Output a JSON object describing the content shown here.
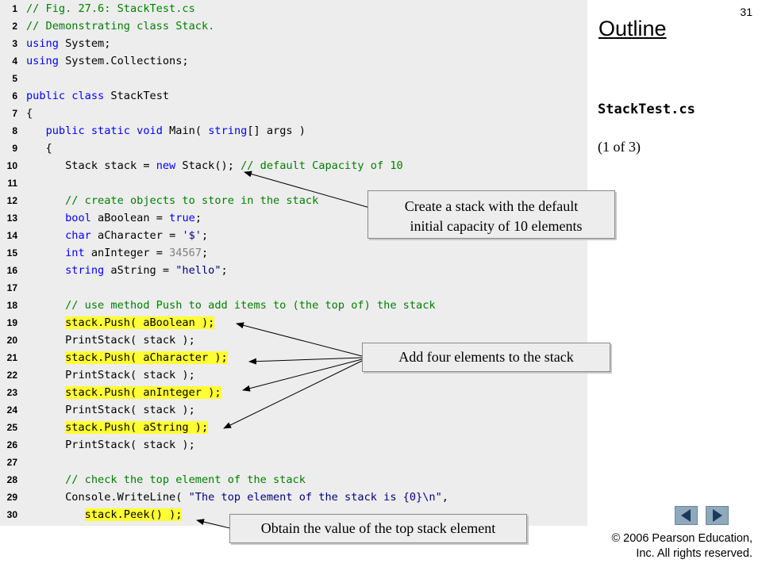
{
  "slide_number": "31",
  "outline_title": "Outline",
  "file_name": "StackTest.cs",
  "part_label": "(1 of 3)",
  "code_lines": [
    {
      "n": "1",
      "segs": [
        {
          "t": "// Fig. 27.6: StackTest.cs",
          "c": "cm"
        }
      ]
    },
    {
      "n": "2",
      "segs": [
        {
          "t": "// Demonstrating class Stack.",
          "c": "cm"
        }
      ]
    },
    {
      "n": "3",
      "segs": [
        {
          "t": "using",
          "c": "kw"
        },
        {
          "t": " System;",
          "c": ""
        }
      ]
    },
    {
      "n": "4",
      "segs": [
        {
          "t": "using",
          "c": "kw"
        },
        {
          "t": " System.Collections;",
          "c": ""
        }
      ]
    },
    {
      "n": "5",
      "segs": []
    },
    {
      "n": "6",
      "segs": [
        {
          "t": "public",
          "c": "kw"
        },
        {
          "t": " ",
          "c": ""
        },
        {
          "t": "class",
          "c": "kw"
        },
        {
          "t": " StackTest",
          "c": ""
        }
      ]
    },
    {
      "n": "7",
      "segs": [
        {
          "t": "{",
          "c": ""
        }
      ]
    },
    {
      "n": "8",
      "segs": [
        {
          "t": "   ",
          "c": ""
        },
        {
          "t": "public",
          "c": "kw"
        },
        {
          "t": " ",
          "c": ""
        },
        {
          "t": "static",
          "c": "kw"
        },
        {
          "t": " ",
          "c": ""
        },
        {
          "t": "void",
          "c": "kw"
        },
        {
          "t": " Main( ",
          "c": ""
        },
        {
          "t": "string",
          "c": "kw"
        },
        {
          "t": "[] args )",
          "c": ""
        }
      ]
    },
    {
      "n": "9",
      "segs": [
        {
          "t": "   {",
          "c": ""
        }
      ]
    },
    {
      "n": "10",
      "segs": [
        {
          "t": "      Stack stack = ",
          "c": ""
        },
        {
          "t": "new",
          "c": "kw"
        },
        {
          "t": " Stack(); ",
          "c": ""
        },
        {
          "t": "// default Capacity of 10",
          "c": "cm"
        }
      ]
    },
    {
      "n": "11",
      "segs": []
    },
    {
      "n": "12",
      "segs": [
        {
          "t": "      ",
          "c": ""
        },
        {
          "t": "// create objects to store in the stack",
          "c": "cm"
        }
      ]
    },
    {
      "n": "13",
      "segs": [
        {
          "t": "      ",
          "c": ""
        },
        {
          "t": "bool",
          "c": "kw"
        },
        {
          "t": " aBoolean = ",
          "c": ""
        },
        {
          "t": "true",
          "c": "kw"
        },
        {
          "t": ";",
          "c": ""
        }
      ]
    },
    {
      "n": "14",
      "segs": [
        {
          "t": "      ",
          "c": ""
        },
        {
          "t": "char",
          "c": "kw"
        },
        {
          "t": " aCharacter = ",
          "c": ""
        },
        {
          "t": "'$'",
          "c": "str"
        },
        {
          "t": ";",
          "c": ""
        }
      ]
    },
    {
      "n": "15",
      "segs": [
        {
          "t": "      ",
          "c": ""
        },
        {
          "t": "int",
          "c": "kw"
        },
        {
          "t": " anInteger = ",
          "c": ""
        },
        {
          "t": "34567",
          "c": "st"
        },
        {
          "t": ";",
          "c": ""
        }
      ]
    },
    {
      "n": "16",
      "segs": [
        {
          "t": "      ",
          "c": ""
        },
        {
          "t": "string",
          "c": "kw"
        },
        {
          "t": " aString = ",
          "c": ""
        },
        {
          "t": "\"hello\"",
          "c": "str"
        },
        {
          "t": ";",
          "c": ""
        }
      ]
    },
    {
      "n": "17",
      "segs": []
    },
    {
      "n": "18",
      "segs": [
        {
          "t": "      ",
          "c": ""
        },
        {
          "t": "// use method Push to add items to (the top of) the stack",
          "c": "cm"
        }
      ]
    },
    {
      "n": "19",
      "segs": [
        {
          "t": "      ",
          "c": ""
        },
        {
          "t": "stack.Push( aBoolean );",
          "c": "hl"
        }
      ]
    },
    {
      "n": "20",
      "segs": [
        {
          "t": "      PrintStack( stack );",
          "c": ""
        }
      ]
    },
    {
      "n": "21",
      "segs": [
        {
          "t": "      ",
          "c": ""
        },
        {
          "t": "stack.Push( aCharacter );",
          "c": "hl"
        }
      ]
    },
    {
      "n": "22",
      "segs": [
        {
          "t": "      PrintStack( stack );",
          "c": ""
        }
      ]
    },
    {
      "n": "23",
      "segs": [
        {
          "t": "      ",
          "c": ""
        },
        {
          "t": "stack.Push( anInteger );",
          "c": "hl"
        }
      ]
    },
    {
      "n": "24",
      "segs": [
        {
          "t": "      PrintStack( stack );",
          "c": ""
        }
      ]
    },
    {
      "n": "25",
      "segs": [
        {
          "t": "      ",
          "c": ""
        },
        {
          "t": "stack.Push( aString );",
          "c": "hl"
        }
      ]
    },
    {
      "n": "26",
      "segs": [
        {
          "t": "      PrintStack( stack );",
          "c": ""
        }
      ]
    },
    {
      "n": "27",
      "segs": []
    },
    {
      "n": "28",
      "segs": [
        {
          "t": "      ",
          "c": ""
        },
        {
          "t": "// check the top element of the stack",
          "c": "cm"
        }
      ]
    },
    {
      "n": "29",
      "segs": [
        {
          "t": "      Console.WriteLine( ",
          "c": ""
        },
        {
          "t": "\"The top element of the stack is {0}\\n\"",
          "c": "str"
        },
        {
          "t": ",",
          "c": ""
        }
      ]
    },
    {
      "n": "30",
      "segs": [
        {
          "t": "         ",
          "c": ""
        },
        {
          "t": "stack.Peek() );",
          "c": "hl"
        }
      ]
    }
  ],
  "callouts": {
    "create_line1": "Create a stack with the default",
    "create_line2": "initial capacity of 10 elements",
    "add": "Add four elements to the stack",
    "peek": "Obtain the value of the top stack element"
  },
  "copyright_line1": "© 2006 Pearson Education,",
  "copyright_line2": "Inc.  All rights reserved.",
  "nav": {
    "prev_icon": "triangle-left-icon",
    "next_icon": "triangle-right-icon"
  }
}
